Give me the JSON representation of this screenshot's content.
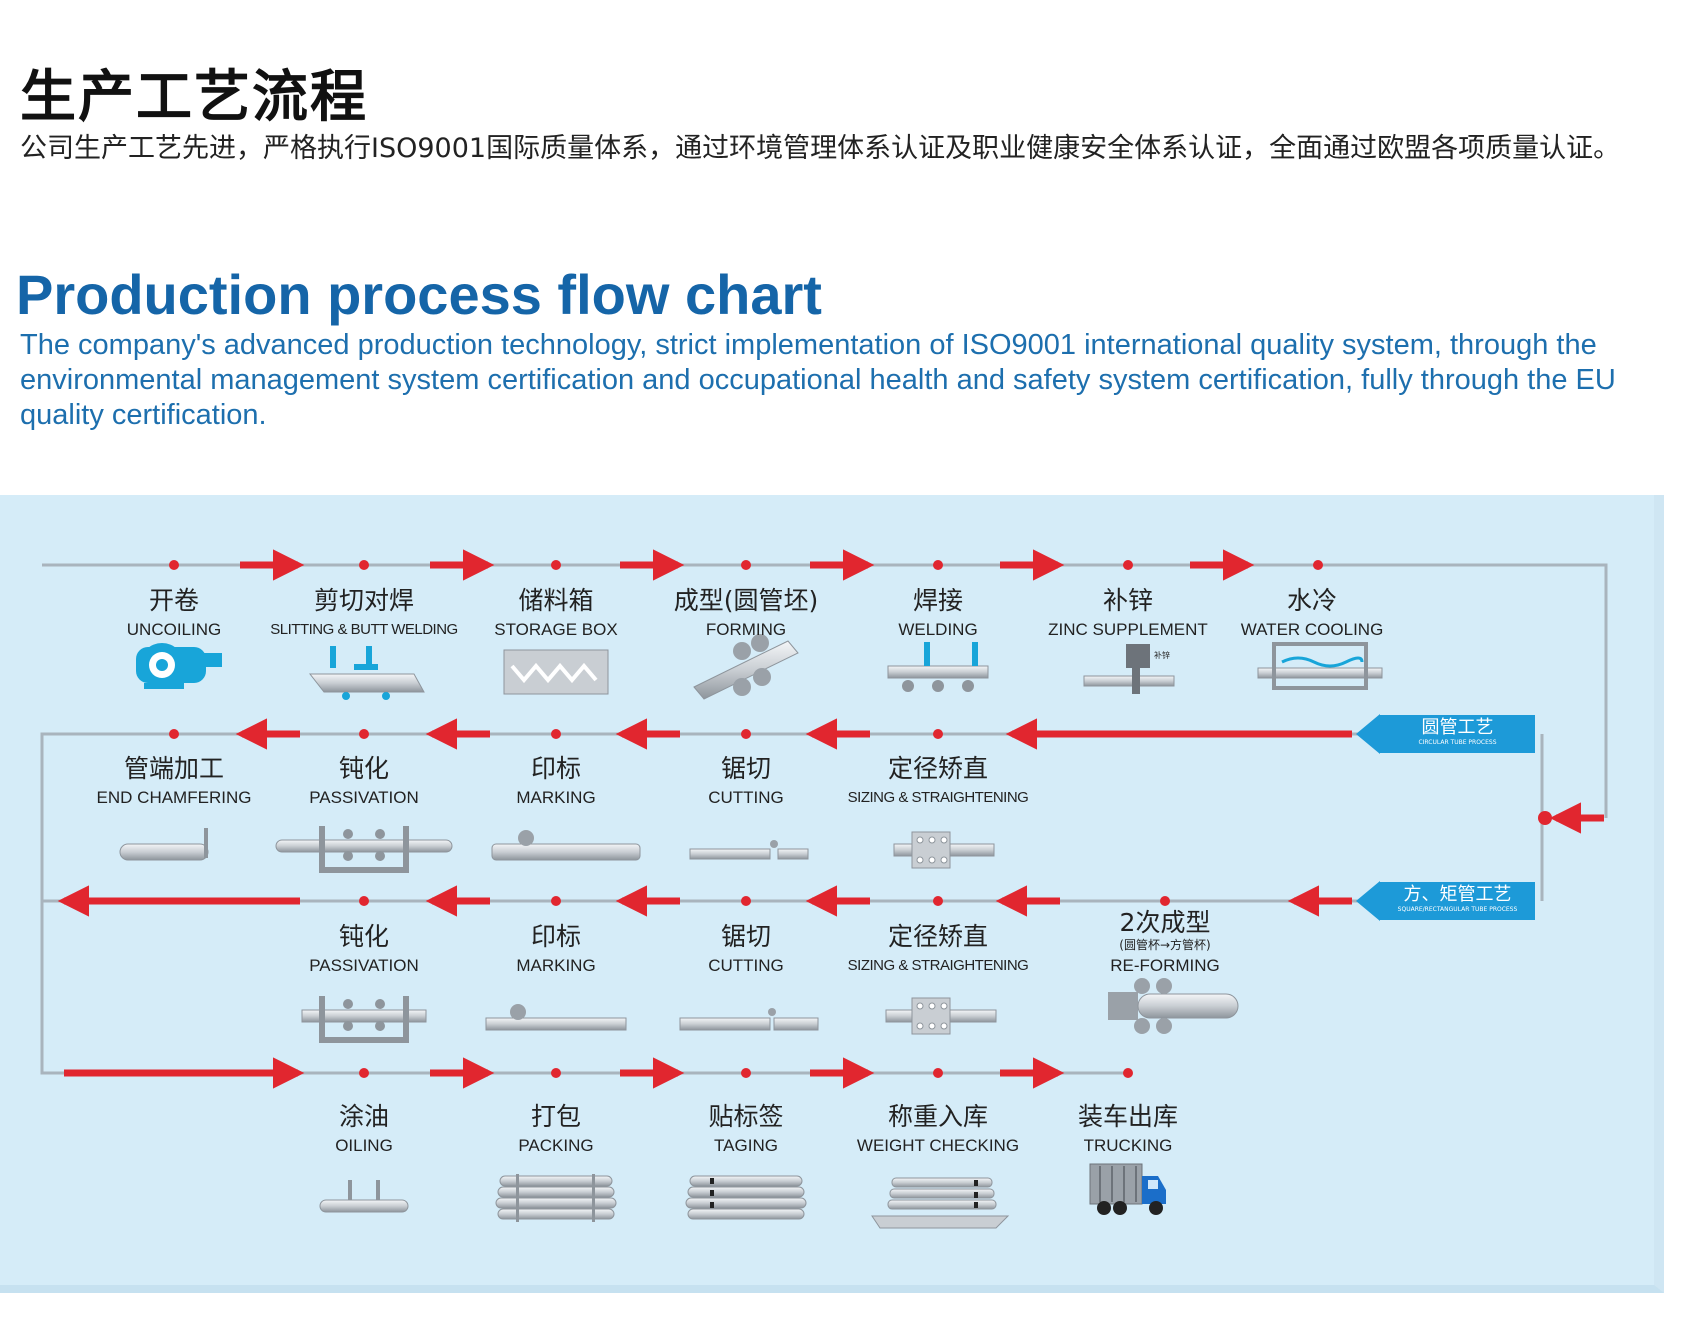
{
  "header": {
    "title_cn": "生产工艺流程",
    "desc_cn": "公司生产工艺先进，严格执行ISO9001国际质量体系，通过环境管理体系认证及职业健康安全体系认证，全面通过欧盟各项质量认证。",
    "title_en": "Production process flow chart",
    "desc_en": "The company's advanced production technology, strict implementation of ISO9001 international quality system, through the environmental management system certification and occupational health and safety system certification, fully through the EU quality certification."
  },
  "branches": {
    "circular_cn": "圆管工艺",
    "circular_en": "CIRCULAR TUBE PROCESS",
    "square_cn": "方、矩管工艺",
    "square_en": "SQUARE/RECTANGULAR TUBE PROCESS"
  },
  "row1": [
    {
      "cn": "开卷",
      "en": "UNCOILING",
      "icon": "uncoiler-icon"
    },
    {
      "cn": "剪切对焊",
      "en": "SLITTING & BUTT WELDING",
      "icon": "butt-welding-icon"
    },
    {
      "cn": "储料箱",
      "en": "STORAGE BOX",
      "icon": "storage-box-icon"
    },
    {
      "cn": "成型(圆管坯)",
      "en": "FORMING",
      "icon": "forming-rollers-icon"
    },
    {
      "cn": "焊接",
      "en": "WELDING",
      "icon": "welding-icon"
    },
    {
      "cn": "补锌",
      "en": "ZINC SUPPLEMENT",
      "icon": "zinc-supplement-icon",
      "device_text": "补锌"
    },
    {
      "cn": "水冷",
      "en": "WATER COOLING",
      "icon": "water-cooling-icon"
    }
  ],
  "row2": [
    {
      "cn": "管端加工",
      "en": "END CHAMFERING",
      "icon": "end-chamfering-icon"
    },
    {
      "cn": "钝化",
      "en": "PASSIVATION",
      "icon": "passivation-tank-icon"
    },
    {
      "cn": "印标",
      "en": "MARKING",
      "icon": "marking-icon"
    },
    {
      "cn": "锯切",
      "en": "CUTTING",
      "icon": "cutting-icon"
    },
    {
      "cn": "定径矫直",
      "en": "SIZING & STRAIGHTENING",
      "icon": "sizing-straightening-icon"
    }
  ],
  "row3": [
    {
      "cn": "钝化",
      "en": "PASSIVATION",
      "icon": "passivation-tank-icon"
    },
    {
      "cn": "印标",
      "en": "MARKING",
      "icon": "marking-icon"
    },
    {
      "cn": "锯切",
      "en": "CUTTING",
      "icon": "cutting-icon"
    },
    {
      "cn": "定径矫直",
      "en": "SIZING & STRAIGHTENING",
      "icon": "sizing-straightening-icon"
    },
    {
      "cn": "2次成型",
      "sub": "(圆管杯→方管杯)",
      "en": "RE-FORMING",
      "icon": "re-forming-icon"
    }
  ],
  "row4": [
    {
      "cn": "涂油",
      "en": "OILING",
      "icon": "oiling-icon"
    },
    {
      "cn": "打包",
      "en": "PACKING",
      "icon": "packing-bundle-icon"
    },
    {
      "cn": "贴标签",
      "en": "TAGING",
      "icon": "tagging-bundle-icon"
    },
    {
      "cn": "称重入库",
      "en": "WEIGHT CHECKING",
      "icon": "weighing-scale-icon"
    },
    {
      "cn": "装车出库",
      "en": "TRUCKING",
      "icon": "truck-icon"
    }
  ],
  "colors": {
    "arrow": "#e1262f",
    "line": "#a9b4bd",
    "panel": "#d5ecf8",
    "tag": "#1d9ad8",
    "title_en": "#1565a8",
    "icon_blue": "#18a5d9",
    "metal": "#c9ced3"
  }
}
